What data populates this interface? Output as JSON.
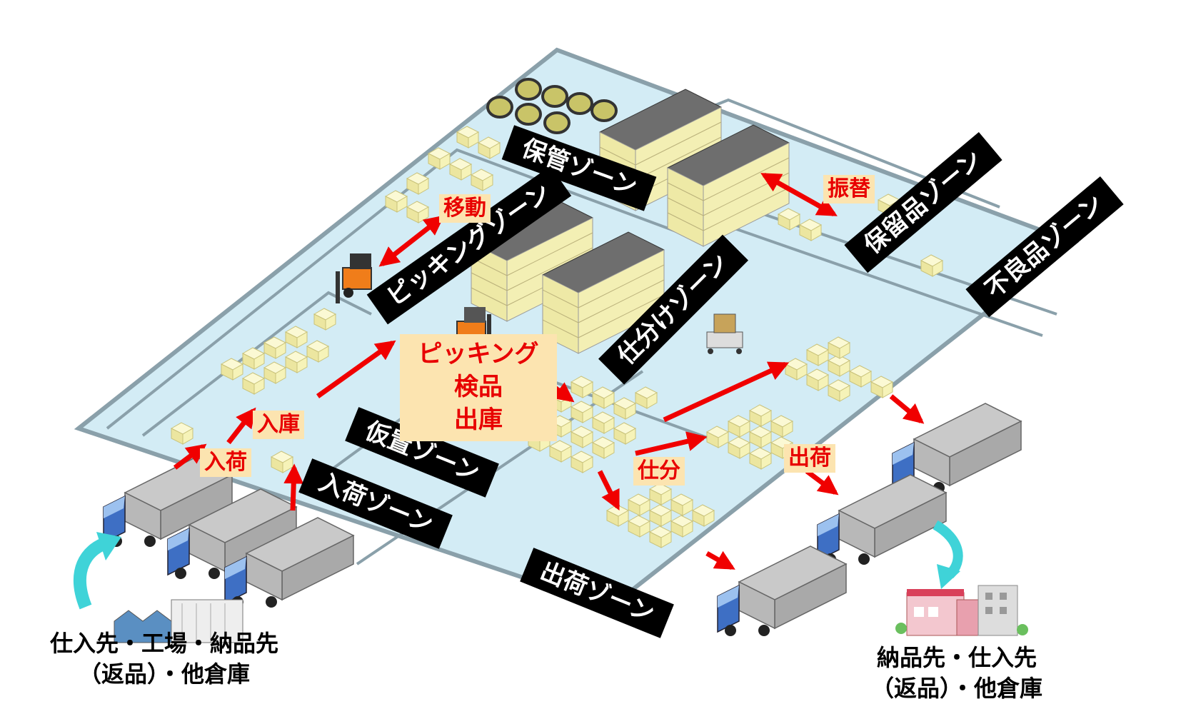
{
  "zones": {
    "storage": "保管ゾーン",
    "picking": "ピッキングゾーン",
    "hold": "保留品ゾーン",
    "defective": "不良品ゾーン",
    "sorting": "仕分けゾーン",
    "temporary": "仮置ゾーン",
    "receiving": "入荷ゾーン",
    "shipping": "出荷ゾーン"
  },
  "actions": {
    "move": "移動",
    "transfer": "振替",
    "putaway": "入庫",
    "receive": "入荷",
    "sort": "仕分",
    "ship": "出荷",
    "process_lines": [
      "ピッキング",
      "検品",
      "出庫"
    ]
  },
  "endpoints": {
    "inbound_lines": [
      "仕入先・工場・納品先",
      "（返品）・他倉庫"
    ],
    "outbound_lines": [
      "納品先・仕入先",
      "（返品）・他倉庫"
    ]
  },
  "colors": {
    "floor": "#d3ecf5",
    "floor_border": "#8aa0aa",
    "arrow": "#f00000",
    "cyan_arrow": "#3fd3d8",
    "box": "#f6f3b8",
    "truck_cab": "#3e6fc4"
  }
}
